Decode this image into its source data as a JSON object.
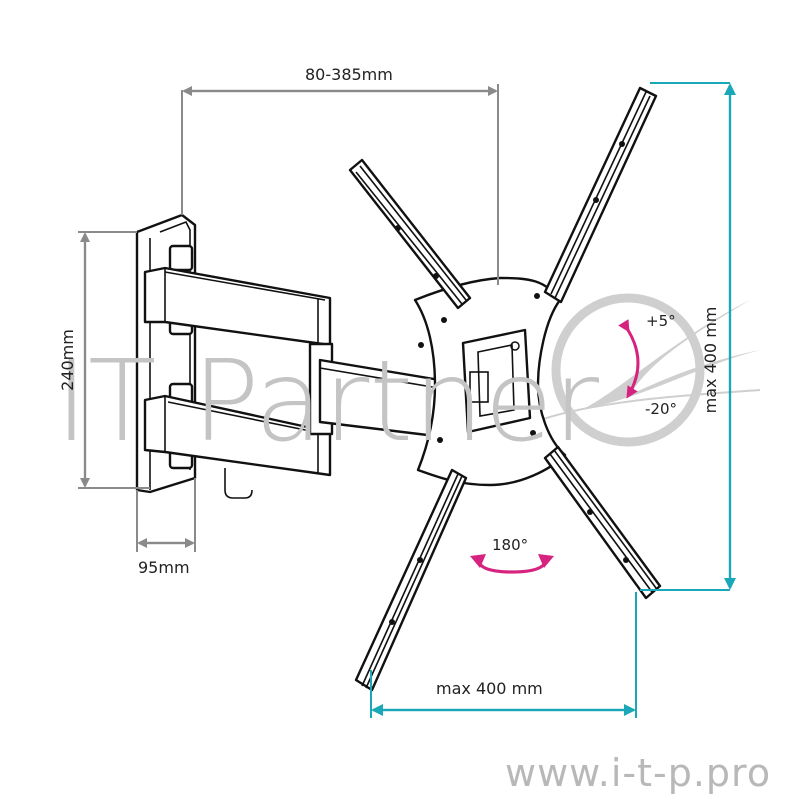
{
  "diagram": {
    "subject": "Swivel TV wall mount bracket",
    "colors": {
      "gray_dimension": "#8a8a8a",
      "teal_dimension": "#1aa8b8",
      "magenta_arrow": "#d6237f",
      "line_art": "#111111",
      "watermark": "#c4c4c4"
    },
    "dimensions": {
      "arm_extension": "80-385mm",
      "wall_plate_height": "240mm",
      "wall_plate_depth": "95mm",
      "vesa_vertical": "max 400 mm",
      "vesa_horizontal": "max 400 mm"
    },
    "angles": {
      "tilt_up": "+5°",
      "tilt_down": "-20°",
      "swivel": "180°"
    },
    "watermark": {
      "brand": "IT Partner",
      "url": "www.i-t-p.pro"
    }
  }
}
